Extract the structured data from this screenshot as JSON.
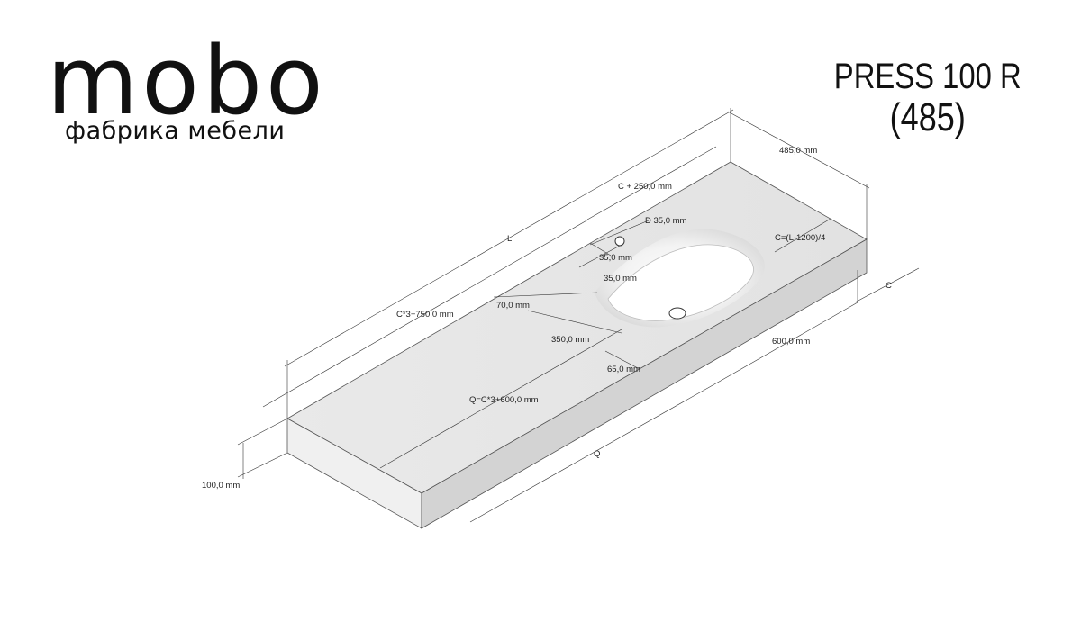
{
  "brand": {
    "logo": "mobo",
    "tagline": "фабрика мебели"
  },
  "model": {
    "name": "PRESS 100 R",
    "depth_label": "(485)"
  },
  "dimensions": {
    "depth": "485,0 mm",
    "c_plus_250": "C + 250,0 mm",
    "length": "L",
    "drain_diameter": "D 35,0 mm",
    "c_formula": "C=(L-1200)/4",
    "hole_offset_1": "35,0 mm",
    "hole_offset_2": "35,0 mm",
    "c_label": "C",
    "c3_plus_750": "C*3+750,0 mm",
    "offset_70": "70,0 mm",
    "sink_width": "600,0 mm",
    "sink_depth": "350,0 mm",
    "offset_65": "65,0 mm",
    "q_formula": "Q=C*3+600,0 mm",
    "q_label": "Q",
    "thickness": "100,0 mm"
  }
}
